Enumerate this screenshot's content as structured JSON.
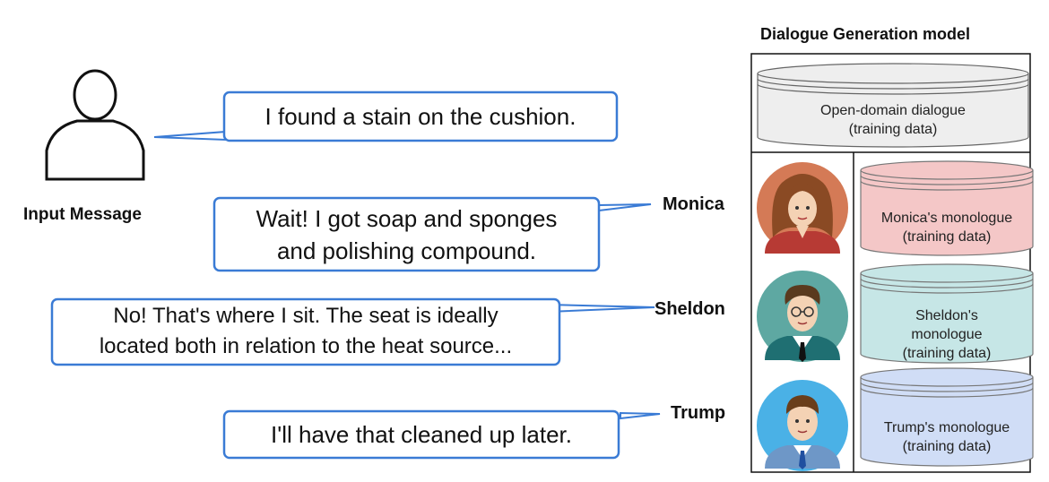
{
  "header": {
    "title": "Dialogue Generation model"
  },
  "input": {
    "label": "Input Message",
    "message": "I found a stain on the cushion."
  },
  "characters": [
    {
      "name": "Monica",
      "reply_line1": "Wait! I got soap and sponges",
      "reply_line2": "and polishing compound.",
      "db_line1": "Monica's monologue",
      "db_line2": "(training data)",
      "db_color": "#f4c7c7"
    },
    {
      "name": "Sheldon",
      "reply_line1": "No! That's where I sit. The seat is ideally",
      "reply_line2": "located both in relation to the heat source...",
      "db_line1": "Sheldon's",
      "db_line2": "monologue",
      "db_line3": "(training data)",
      "db_color": "#c6e6e6"
    },
    {
      "name": "Trump",
      "reply_line1": "I'll have that cleaned up later.",
      "db_line1": "Trump's monologue",
      "db_line2": "(training data)",
      "db_color": "#d0ddf6"
    }
  ],
  "shared_db": {
    "line1": "Open-domain dialogue",
    "line2": "(training data)",
    "color": "#eeeeee"
  },
  "colors": {
    "bubble_border": "#3a7bd5",
    "frame": "#111111"
  },
  "icons": [
    "user-outline-icon",
    "monica-avatar-icon",
    "sheldon-avatar-icon",
    "trump-avatar-icon",
    "database-cylinder-icon"
  ]
}
